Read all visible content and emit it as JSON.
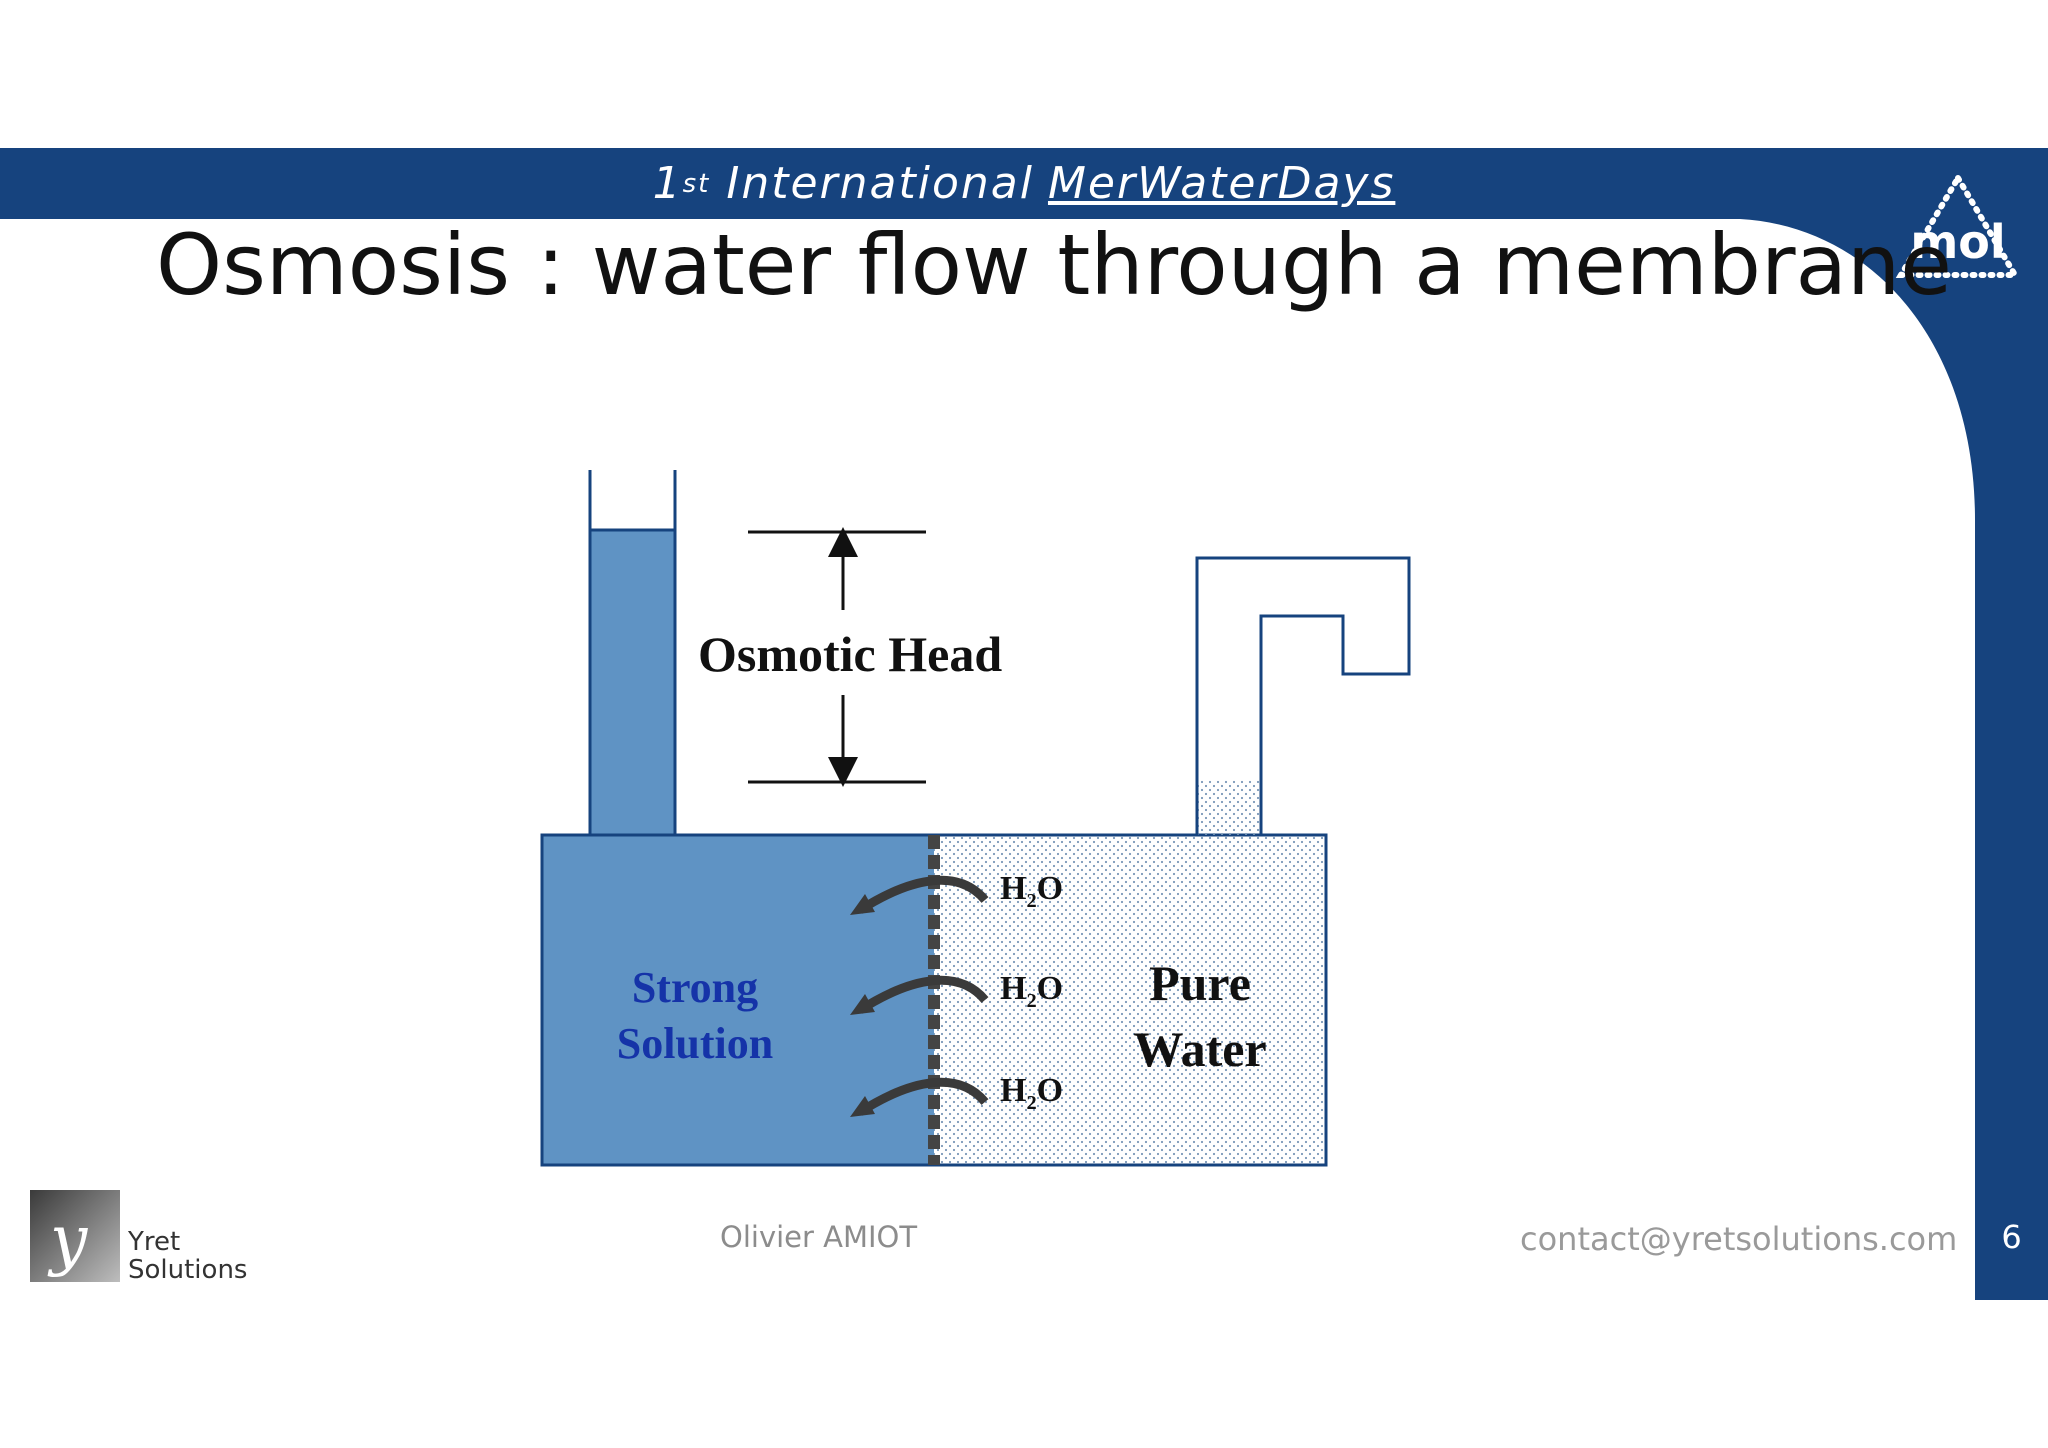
{
  "header": {
    "event_ordinal": "1",
    "event_ordinal_suffix": "st",
    "event_word": "International",
    "event_name": "MerWaterDays"
  },
  "slide": {
    "title": "Osmosis : water flow through a membrane",
    "page_number": "6"
  },
  "logo": {
    "text": "mol",
    "color": "#ffffff"
  },
  "diagram": {
    "osmotic_head_label": "Osmotic Head",
    "strong_solution_line1": "Strong",
    "strong_solution_line2": "Solution",
    "pure_water_line1": "Pure",
    "pure_water_line2": "Water",
    "molecule_labels": [
      "H2O",
      "H2O",
      "H2O"
    ],
    "solution_color": "#5f93c4",
    "outline_color": "#16437e"
  },
  "footer": {
    "logo_letter": "y",
    "company_line1": "Yret",
    "company_line2": "Solutions",
    "author": "Olivier AMIOT",
    "contact": "contact@yretsolutions.com"
  },
  "colors": {
    "brand_blue": "#16437e",
    "footer_grey": "#8c8c8c"
  }
}
